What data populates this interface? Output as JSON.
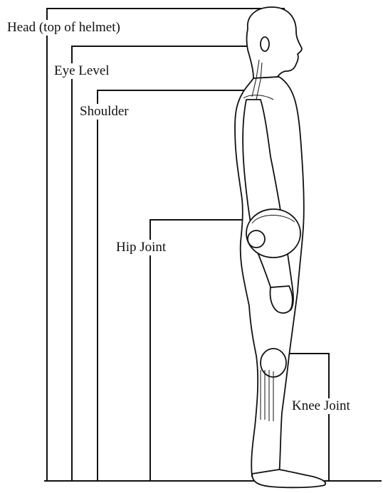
{
  "diagram": {
    "labels": {
      "head": "Head (top of helmet)",
      "eye": "Eye Level",
      "shoulder": "Shoulder",
      "hip": "Hip Joint",
      "knee": "Knee Joint"
    }
  }
}
